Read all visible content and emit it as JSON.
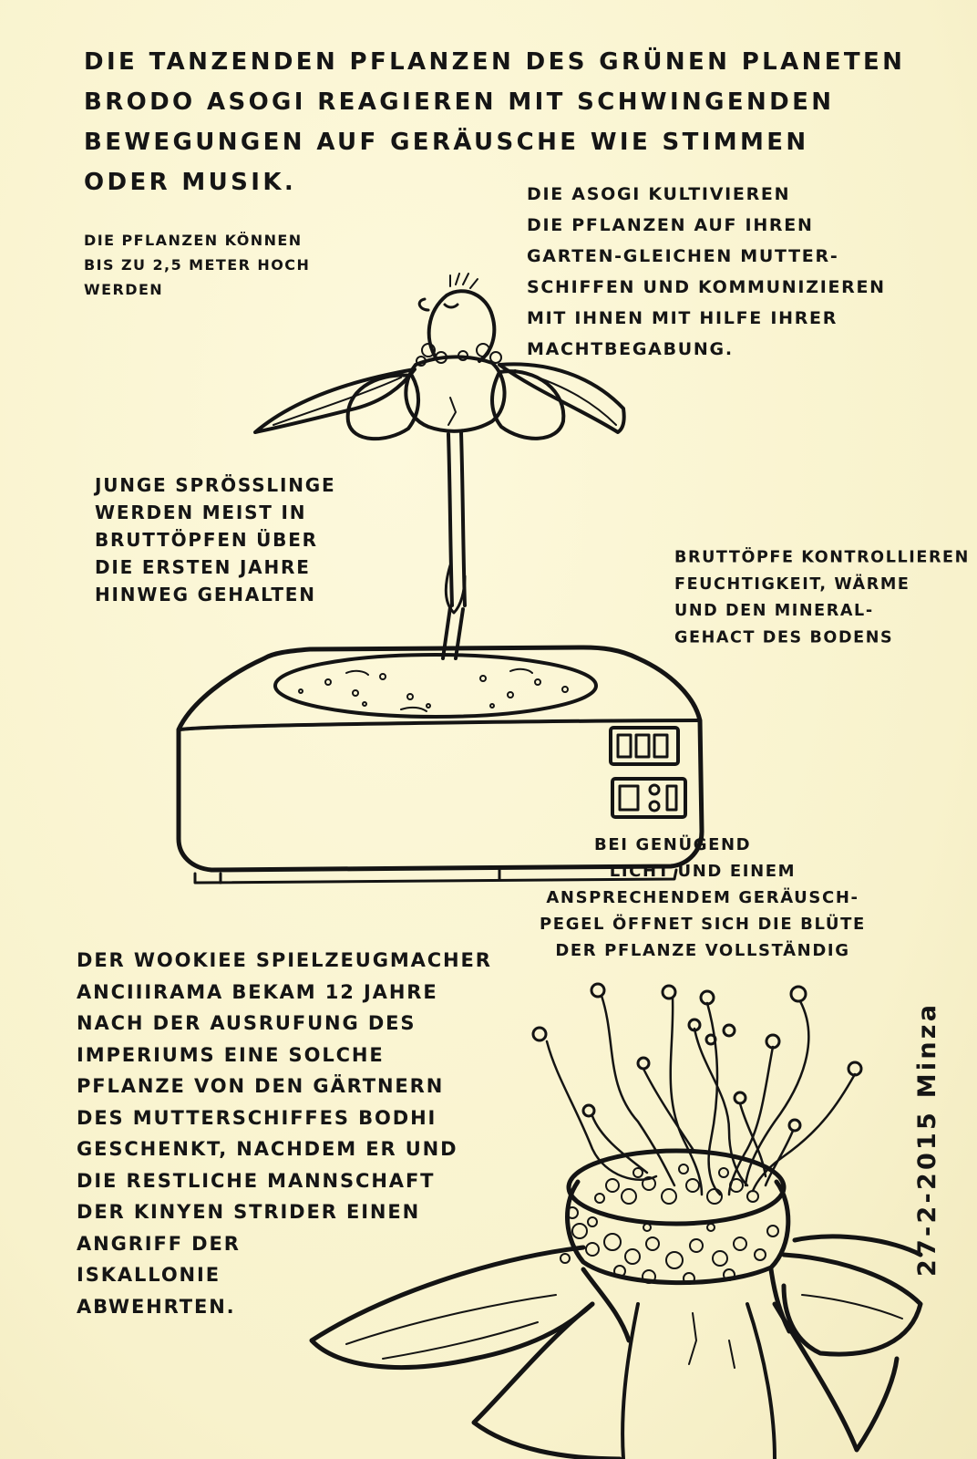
{
  "intro": {
    "lines": [
      "Die tanzenden Pflanzen des grünen Planeten",
      "Brodo Asogi reagieren mit schwingenden",
      "Bewegungen auf Geräusche wie Stimmen",
      "oder Musik."
    ]
  },
  "height_note": {
    "lines": [
      "Die Pflanzen können",
      "bis zu 2,5 Meter hoch",
      "werden"
    ]
  },
  "culture_note": {
    "lines": [
      "Die Asogi kultivieren",
      "die Pflanzen auf ihren",
      "Garten-gleichen Mutter-",
      "schiffen und kommunizieren",
      "mit ihnen mit Hilfe ihrer",
      "Machtbegabung."
    ]
  },
  "seedling_note": {
    "lines": [
      "Junge Sprösslinge",
      "werden meist in",
      "Bruttöpfen über",
      "die ersten Jahre",
      "hinweg gehalten"
    ]
  },
  "pot_note": {
    "lines": [
      "Bruttöpfe kontrollieren",
      "Feuchtigkeit, Wärme",
      "und den Mineral-",
      "gehact des Bodens"
    ]
  },
  "bloom_note": {
    "lines": [
      "Bei genügend",
      "Licht und einem",
      "ansprechendem Geräusch-",
      "pegel öffnet sich die Blüte",
      "der Pflanze vollständig"
    ]
  },
  "story_note": {
    "lines": [
      "Der Wookiee Spielzeugmacher",
      "Anciiirama bekam 12 Jahre",
      "nach der Ausrufung des",
      "Imperiums eine solche",
      "Pflanze von den Gärtnern",
      "des Mutterschiffes Bodhi",
      "geschenkt, nachdem er und",
      "die restliche Mannschaft",
      "der Kinyen Strider einen",
      "Angriff der",
      "Iskallonie",
      "abwehrten."
    ]
  },
  "signature": {
    "text": "27-2-2015 Minza"
  },
  "colors": {
    "paper": "#fbf7d6",
    "ink": "#141414"
  }
}
